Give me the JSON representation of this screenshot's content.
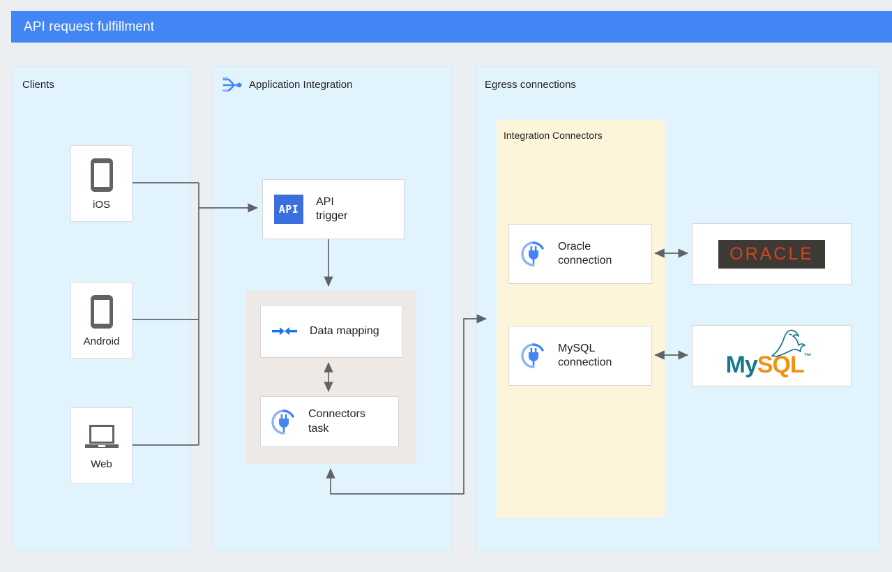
{
  "header": {
    "title": "API request fulfillment",
    "bg_color": "#4285f4",
    "text_color": "#ffffff"
  },
  "colors": {
    "page_bg": "#eceff1",
    "panel_bg": "#e1f4fd",
    "panel_border": "#d4ecf7",
    "connectors_panel_bg": "#fdf5da",
    "inner_group_bg": "#efe9e5",
    "card_bg": "#ffffff",
    "card_border": "#d6d6d6",
    "wire": "#5f6368",
    "accent_blue": "#4285f4",
    "api_badge_blue": "#3b6fe0",
    "oracle_red": "#d9421d",
    "oracle_dark": "#3d3a36",
    "mysql_teal": "#15788c",
    "mysql_orange": "#f29111",
    "device_gray": "#5f6368"
  },
  "panels": [
    {
      "id": "clients",
      "label": "Clients"
    },
    {
      "id": "application-integration",
      "label": "Application Integration",
      "icon": "application-integration-icon"
    },
    {
      "id": "egress-connections",
      "label": "Egress connections"
    }
  ],
  "clients": {
    "devices": [
      {
        "id": "ios",
        "label": "iOS",
        "icon": "mobile-phone-icon"
      },
      {
        "id": "android",
        "label": "Android",
        "icon": "mobile-phone-icon"
      },
      {
        "id": "web",
        "label": "Web",
        "icon": "laptop-icon"
      }
    ]
  },
  "application_integration": {
    "api_trigger": {
      "label": "API\ntrigger",
      "badge_text": "API",
      "icon": "api-trigger-icon"
    },
    "group_label": "",
    "tasks": [
      {
        "id": "data-mapping",
        "label": "Data mapping",
        "icon": "data-mapping-icon"
      },
      {
        "id": "connectors-task",
        "label": "Connectors\ntask",
        "icon": "connector-plug-icon"
      }
    ]
  },
  "egress": {
    "connectors_group_label": "Integration Connectors",
    "connections": [
      {
        "id": "oracle-connection",
        "label": "Oracle\nconnection",
        "icon": "connector-plug-icon"
      },
      {
        "id": "mysql-connection",
        "label": "MySQL\nconnection",
        "icon": "connector-plug-icon"
      }
    ],
    "databases": [
      {
        "id": "oracle-db",
        "logo": "oracle-logo",
        "text": "ORACLE"
      },
      {
        "id": "mysql-db",
        "logo": "mysql-logo",
        "text_primary": "My",
        "text_secondary": "SQL",
        "trademark": "™"
      }
    ]
  },
  "edges": [
    {
      "from": "ios",
      "to": "api-trigger",
      "style": "arrow"
    },
    {
      "from": "android",
      "to": "api-trigger",
      "style": "arrow"
    },
    {
      "from": "web",
      "to": "api-trigger",
      "style": "arrow"
    },
    {
      "from": "api-trigger",
      "to": "data-mapping",
      "style": "arrow"
    },
    {
      "from": "data-mapping",
      "to": "connectors-task",
      "style": "double-arrow"
    },
    {
      "from": "connectors-task-group",
      "to": "integration-connectors",
      "style": "arrow-loop"
    },
    {
      "from": "oracle-connection",
      "to": "oracle-db",
      "style": "double-arrow"
    },
    {
      "from": "mysql-connection",
      "to": "mysql-db",
      "style": "double-arrow"
    }
  ]
}
